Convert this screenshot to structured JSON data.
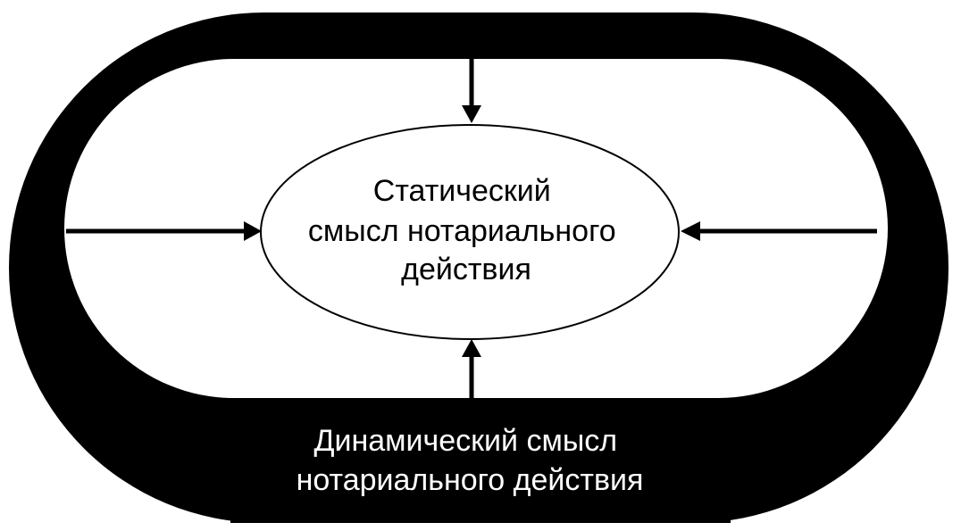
{
  "center": {
    "label_lines": [
      "Статический",
      "смысл нотариального",
      "действия"
    ]
  },
  "outer": {
    "label_lines": [
      "Динамический смысл",
      "нотариального действия"
    ]
  },
  "colors": {
    "ring": "#000000",
    "background": "#ffffff"
  }
}
